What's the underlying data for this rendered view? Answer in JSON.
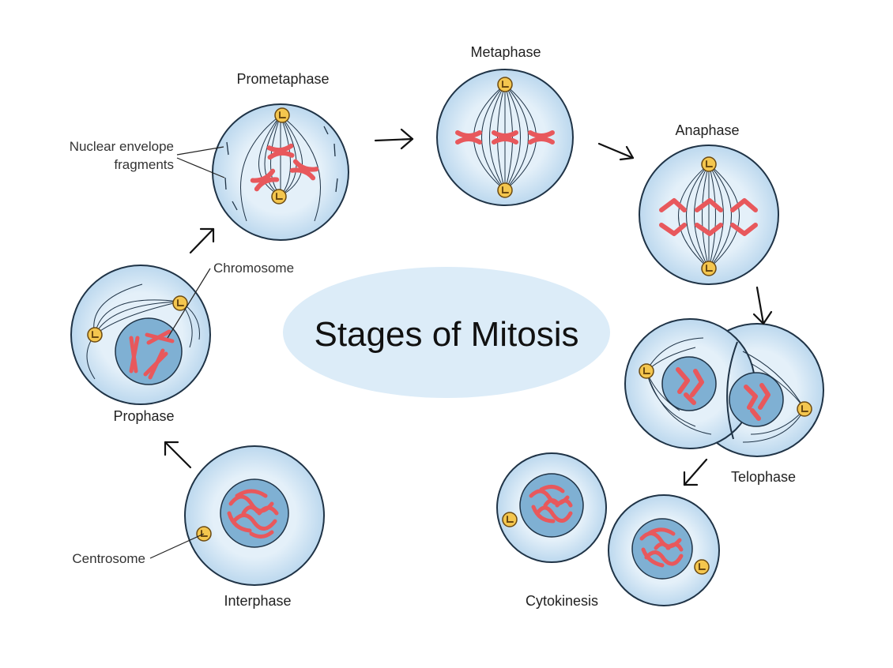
{
  "title": "Stages of Mitosis",
  "stages": {
    "interphase": "Interphase",
    "prophase": "Prophase",
    "prometaphase": "Prometaphase",
    "metaphase": "Metaphase",
    "anaphase": "Anaphase",
    "telophase": "Telophase",
    "cytokinesis": "Cytokinesis"
  },
  "annotations": {
    "nuclear_envelope_line1": "Nuclear envelope",
    "nuclear_envelope_line2": "fragments",
    "chromosome": "Chromosome",
    "centrosome": "Centrosome"
  },
  "colors": {
    "cell_fill": "#dbeaf6",
    "cell_stroke": "#1f3346",
    "nucleus_fill": "#7fb0d3",
    "chromosome": "#e8585c",
    "centrosome": "#f4c64e",
    "spindle": "#1f3346",
    "title_ellipse": "#dcecf8"
  }
}
